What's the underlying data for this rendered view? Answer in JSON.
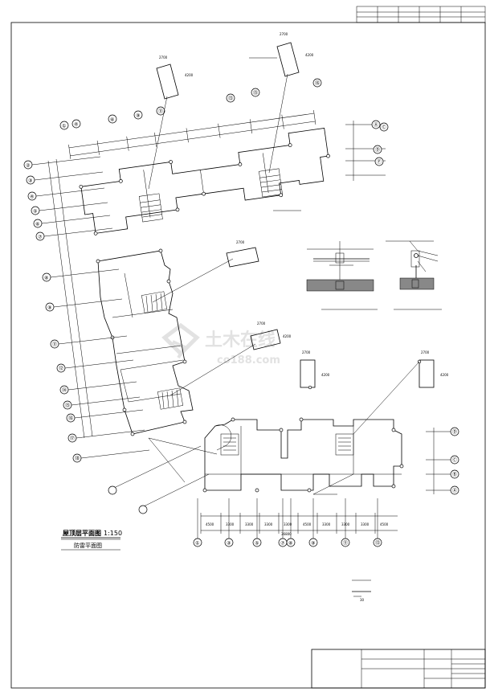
{
  "drawing": {
    "title_main": "屋顶层平面图",
    "scale": "1:150",
    "title_sub": "防雷平面图",
    "total_dimension": "36800",
    "watermark_cn": "土木在线",
    "watermark_en": "co188.com"
  },
  "grid_axes": {
    "top_wing": [
      "①",
      "④",
      "⑥",
      "⑨",
      "⑪",
      "⑬",
      "⑮",
      "⑯"
    ],
    "right_top": [
      "Ⓐ",
      "Ⓒ",
      "Ⓓ",
      "Ⓕ"
    ],
    "left_column": [
      "⑱",
      "⑰",
      "⑯",
      "⑮",
      "⑭",
      "⑫",
      "⑪",
      "⑨",
      "⑧",
      "⑦",
      "⑥",
      "⑤",
      "④",
      "③",
      "②"
    ],
    "bottom_wing": [
      "①",
      "③",
      "⑤",
      "⑦",
      "⑧",
      "⑨",
      "⑪",
      "⑬"
    ],
    "right_bottom": [
      "Ⓐ",
      "Ⓑ",
      "Ⓒ",
      "Ⓓ"
    ]
  },
  "detail_dimensions": {
    "box_a_w": "2700",
    "box_a_h": "4200",
    "box_b_w": "2700",
    "box_b_h": "4200",
    "box_c_w": "2700",
    "box_d_w": "2700",
    "box_d_h": "4200",
    "box_e_w": "2700",
    "box_e_h": "4200",
    "box_f_w": "2700",
    "box_f_h": "4200"
  },
  "bottom_dims": [
    "4500",
    "3300",
    "3300",
    "3300",
    "3300",
    "4500",
    "3300",
    "3300",
    "3300",
    "4500"
  ],
  "colors": {
    "line": "#000000",
    "hatch": "#888888",
    "watermark": "#cfcfcf"
  }
}
